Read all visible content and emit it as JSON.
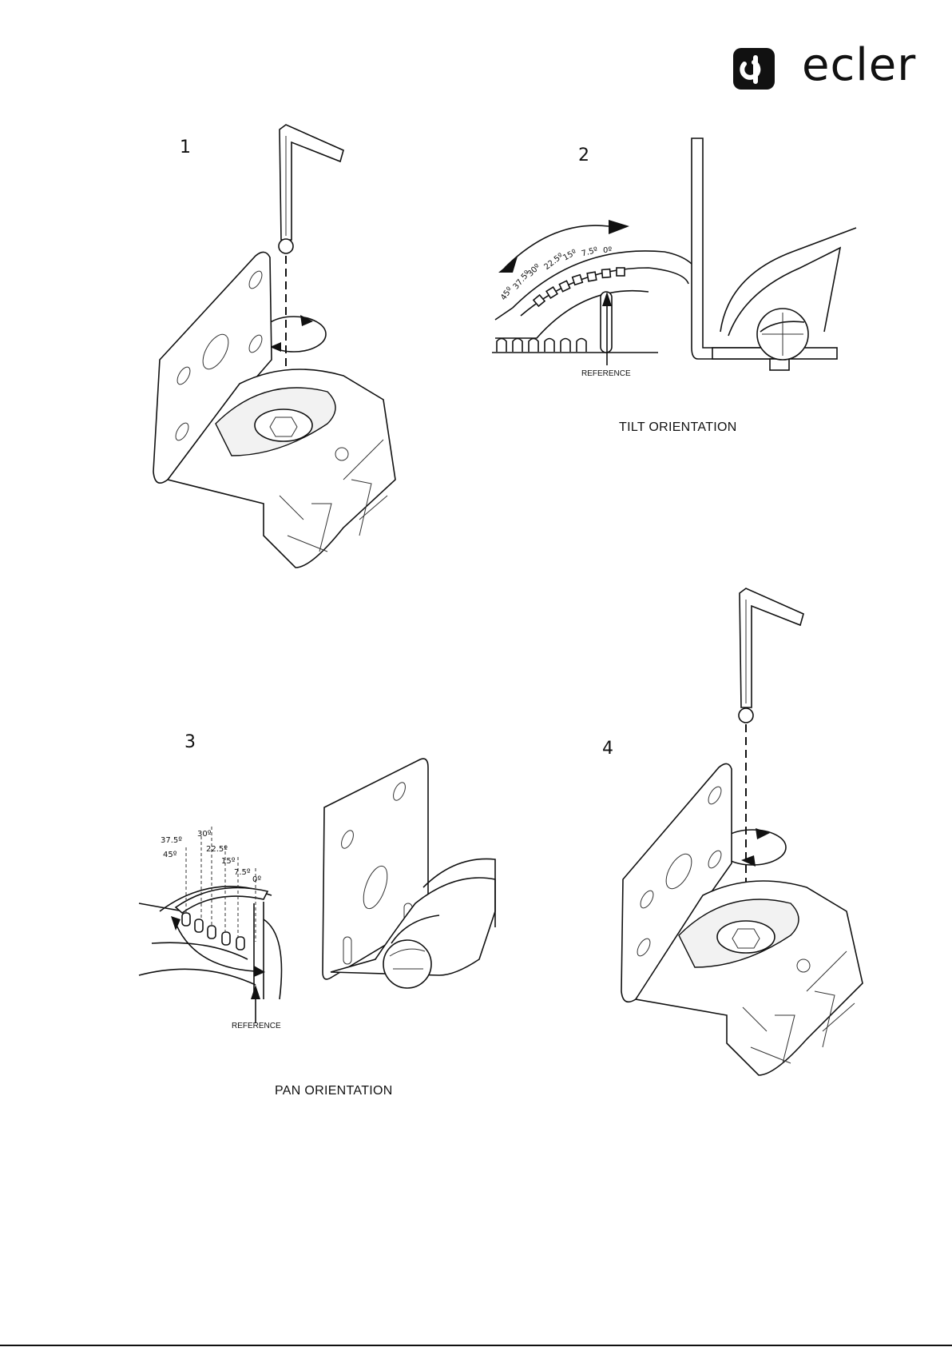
{
  "brand": {
    "name": "ecler",
    "logo_mark": "ecler-logo-mark"
  },
  "steps": [
    {
      "number": "1"
    },
    {
      "number": "2"
    },
    {
      "number": "3"
    },
    {
      "number": "4"
    }
  ],
  "tilt": {
    "caption": "TILT ORIENTATION",
    "reference_label": "REFERENCE",
    "angles": [
      "45º",
      "37.5º",
      "30º",
      "22.5º",
      "15º",
      "7.5º",
      "0º"
    ]
  },
  "pan": {
    "caption": "PAN ORIENTATION",
    "reference_label": "REFERENCE",
    "angles": [
      "37.5º",
      "45º",
      "30º",
      "22.5º",
      "15º",
      "7.5º",
      "0º"
    ]
  },
  "icons": {
    "hex_key": "hex-key-icon",
    "rotation": "rotation-arrow-icon"
  }
}
